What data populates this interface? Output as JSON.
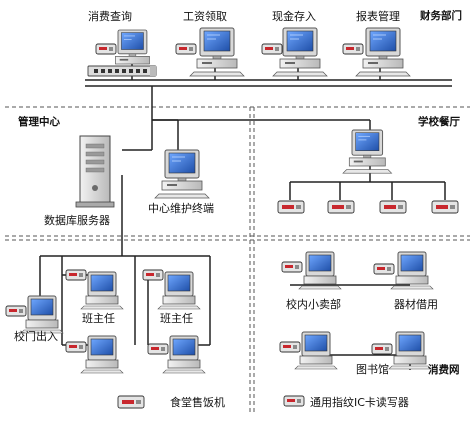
{
  "zones": {
    "finance": "财务部门",
    "management": "管理中心",
    "cafeteria": "学校餐厅",
    "consumption": "消费网"
  },
  "terminals": {
    "query": "消费查询",
    "salary": "工资领取",
    "deposit": "现金存入",
    "report": "报表管理",
    "db_server": "数据库服务器",
    "maintenance": "中心维护终端",
    "gate": "校门出入",
    "teacher1": "班主任",
    "teacher2": "班主任",
    "shop": "校内小卖部",
    "equipment": "器材借用",
    "library": "图书馆"
  },
  "legend": {
    "meal_machine": "食堂售饭机",
    "card_reader": "通用指纹IC卡读写器"
  },
  "colors": {
    "screen": "#2f6fd0",
    "device_light": "#e4e4e4",
    "device_dark": "#8a8a8a",
    "reader_red": "#c8272d",
    "line": "#222222"
  }
}
